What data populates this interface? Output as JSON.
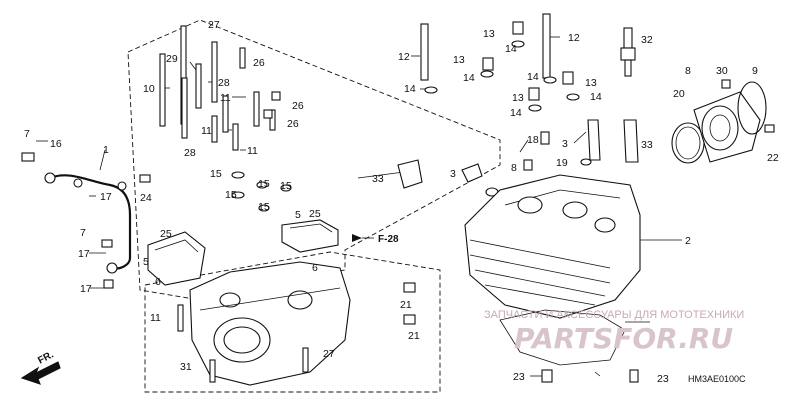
{
  "diagram": {
    "catalog_code": "HM3AE0100C",
    "reference": "F-28",
    "direction": "FR.",
    "watermark": {
      "text": "ЗАПЧАСТИ И АКСЕССУАРЫ ДЛЯ МОТОТЕХНИКИ",
      "logo": "PARTSFOR.RU"
    },
    "callouts": {
      "c1": "1",
      "c2": "2",
      "c3a": "3",
      "c3b": "3",
      "c5a": "5",
      "c5b": "5",
      "c6a": "6",
      "c6b": "6",
      "c7a": "7",
      "c7b": "7",
      "c8a": "8",
      "c8b": "8",
      "c9": "9",
      "c10": "10",
      "c11a": "11",
      "c11b": "11",
      "c11c": "11",
      "c11d": "11",
      "c12a": "12",
      "c12b": "12",
      "c13a": "13",
      "c13b": "13",
      "c13c": "13",
      "c13d": "13",
      "c14a": "14",
      "c14b": "14",
      "c14c": "14",
      "c14d": "14",
      "c14e": "14",
      "c14f": "14",
      "c15a": "15",
      "c15b": "15",
      "c15c": "15",
      "c15d": "15",
      "c15e": "15",
      "c16": "16",
      "c17a": "17",
      "c17b": "17",
      "c17c": "17",
      "c18": "18",
      "c19": "19",
      "c20": "20",
      "c21a": "21",
      "c21b": "21",
      "c22": "22",
      "c23a": "23",
      "c23b": "23",
      "c24": "24",
      "c25a": "25",
      "c25b": "25",
      "c26a": "26",
      "c26b": "26",
      "c26c": "26",
      "c27a": "27",
      "c27b": "27",
      "c28a": "28",
      "c28b": "28",
      "c29": "29",
      "c30": "30",
      "c31": "31",
      "c32": "32",
      "c33a": "33",
      "c33b": "33"
    }
  }
}
